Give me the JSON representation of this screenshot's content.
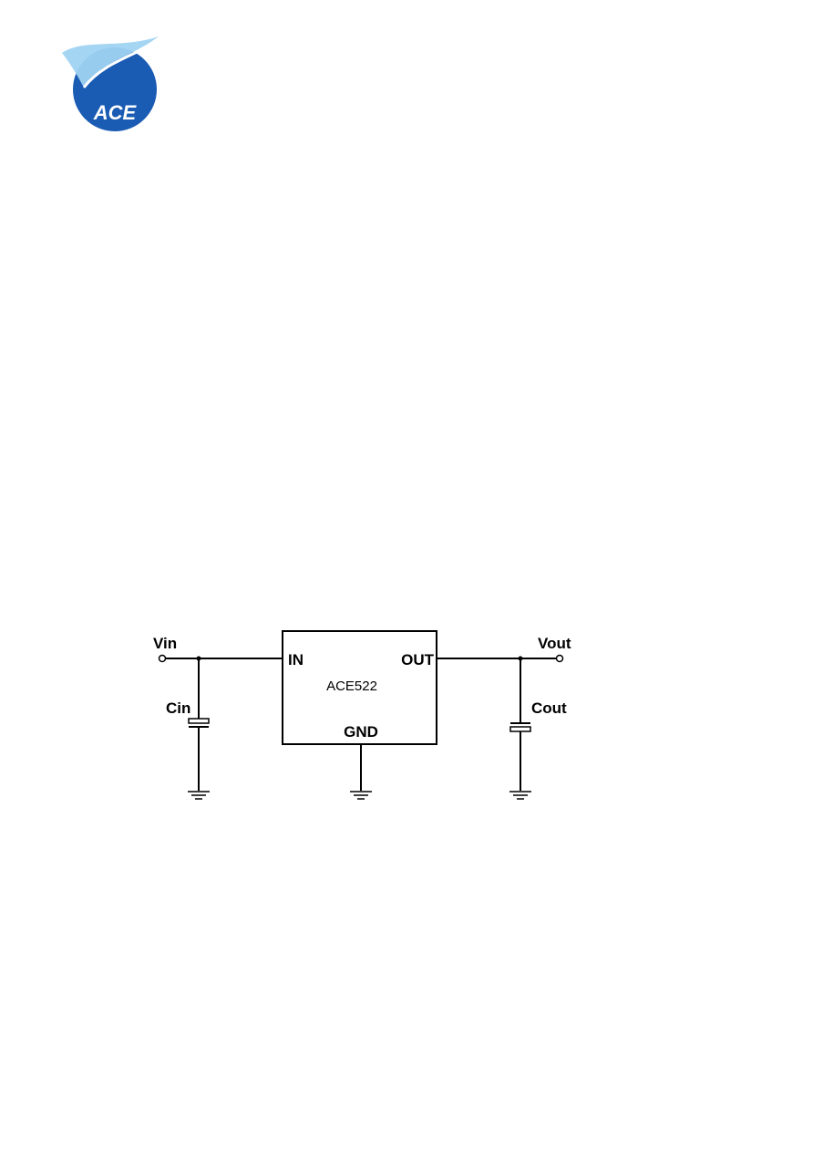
{
  "logo": {
    "text": "ACE",
    "colors": {
      "blue": "#1a5bb3",
      "light": "#9fd3f2"
    }
  },
  "schematic": {
    "chip_name": "ACE522",
    "pins": {
      "in": "IN",
      "out": "OUT",
      "gnd": "GND"
    },
    "terminals": {
      "vin": "Vin",
      "vout": "Vout"
    },
    "capacitors": {
      "input": "Cin",
      "output": "Cout"
    }
  }
}
